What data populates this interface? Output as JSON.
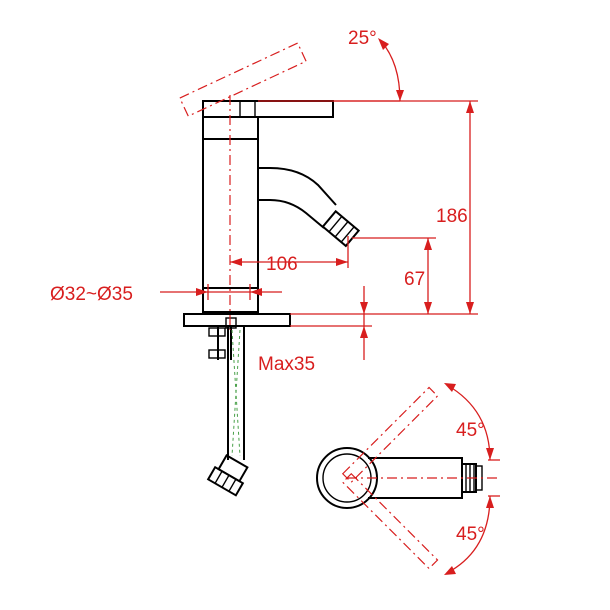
{
  "dimensions": {
    "handle_angle": "25°",
    "height": "186",
    "reach": "106",
    "spout_height": "67",
    "hole_diameter": "Ø32~Ø35",
    "max_thickness": "Max35",
    "rotation_upper": "45°",
    "rotation_lower": "45°"
  },
  "colors": {
    "dimension": "#d81e1e",
    "outline": "#000000",
    "hose": "#49a049"
  }
}
